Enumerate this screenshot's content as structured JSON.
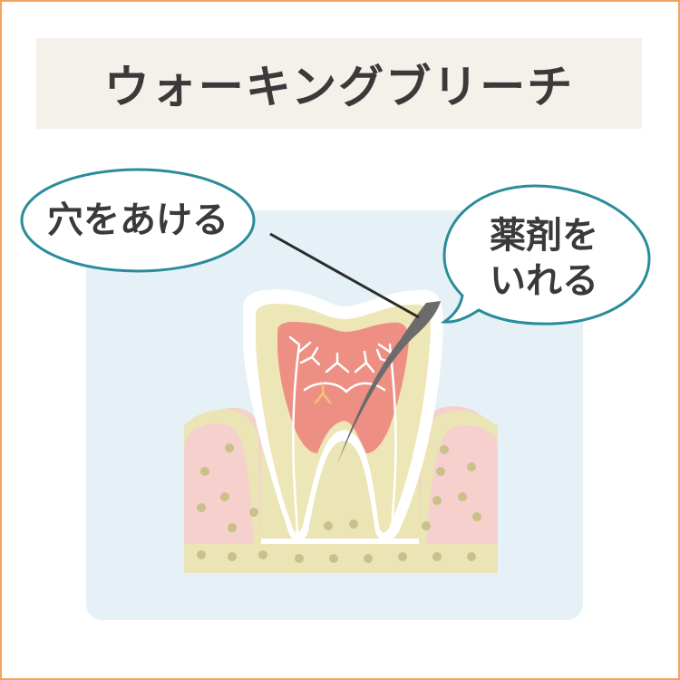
{
  "title": "ウォーキングブリーチ",
  "callouts": {
    "left": "穴をあける",
    "right_line1": "薬剤を",
    "right_line2": "いれる"
  },
  "colors": {
    "frame": "#f2a35e",
    "title_bg": "#f4f0ea",
    "panel_bg": "#e6f0f7",
    "bubble_stroke": "#2a8c9a",
    "bone": "#ebe4b5",
    "bone_dots": "#c9c08a",
    "gum": "#f6d0cc",
    "enamel": "#ffffff",
    "dentin": "#ede6b6",
    "pulp": "#ee8f83",
    "nerve": "#ffffff",
    "instrument": "#6b6b6b"
  }
}
